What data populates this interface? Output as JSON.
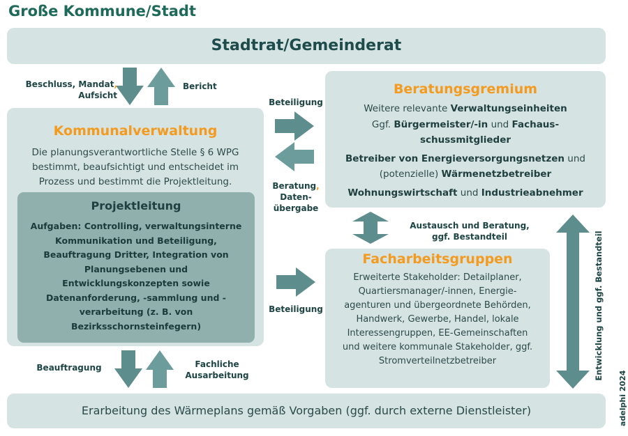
{
  "title": "Große Kommune/Stadt",
  "top_bar": "Stadtrat/Gemeinderat",
  "bottom_bar": "Erarbeitung des Wärmeplans gemäß Vorgaben (ggf. durch externe Dienstleister)",
  "kommunalverwaltung": {
    "title": "Kommunalverwaltung",
    "text": "Die planungsverantwortliche Stelle § 6 WPG bestimmt, beaufsichtigt und entscheidet im Prozess und bestimmt die Projektleitung."
  },
  "projektleitung": {
    "title": "Projektleitung",
    "text": "Aufgaben: Controlling, verwaltungsinterne Kommunikation und Beteiligung, Beauftragung Dritter, Integration von Planungsebenen und Entwicklungskonzepten sowie Datenanforderung, -sammlung und -verarbeitung (z. B. von Bezirksschornsteinfegern)"
  },
  "beratungsgremium": {
    "title": "Beratungsgremium",
    "line1_a": "Weitere relevante ",
    "line1_b": "Verwaltungseinheiten",
    "line2_a": "Ggf. ",
    "line2_b": "Bürgermeister/-in",
    "line2_c": " und ",
    "line2_d": "Fachaus-",
    "line3_b": "schussmitglieder",
    "line4_b": "Betreiber von Energieversorgungsnetzen",
    "line4_c": " und",
    "line5_a": "(potenzielle) ",
    "line5_b": "Wärmenetzbetreiber",
    "line6_b": "Wohnungswirtschaft",
    "line6_c": " und ",
    "line6_d": "Industrieabnehmer"
  },
  "facharbeitsgruppen": {
    "title": "Facharbeitsgruppen",
    "text": "Erweiterte Stakeholder: Detailplaner, Quartiersmanager/-innen, Energie-agenturen und übergeordnete Behörden, Handwerk, Gewerbe, Handel, lokale Interessengruppen, EE-Gemeinschaften und weitere kommunale Stakeholder, ggf. Stromverteilnetzbetreiber"
  },
  "labels": {
    "beschluss_a": "Beschluss, Mandat",
    "beschluss_comma": ",",
    "beschluss_b": "Aufsicht",
    "bericht": "Bericht",
    "beteiligung_top": "Beteiligung",
    "beratung_a": "Beratung",
    "beratung_comma": ",",
    "beratung_b": "Daten-",
    "beratung_c": "übergabe",
    "beteiligung_bottom": "Beteiligung",
    "austausch_a": "Austausch und Beratung,",
    "austausch_b": "ggf. Bestandteil",
    "beauftragung": "Beauftragung",
    "fachliche_a": "Fachliche",
    "fachliche_b": "Ausarbeitung",
    "entwicklung": "Entwicklung und ggf. Bestandteil",
    "credit": "adelphi 2024"
  },
  "colors": {
    "box": "#d5e3e3",
    "inner_box": "#8fb0ad",
    "accent": "#f39a1f",
    "arrow": "#5e8d8d",
    "title": "#1e6a5a"
  }
}
